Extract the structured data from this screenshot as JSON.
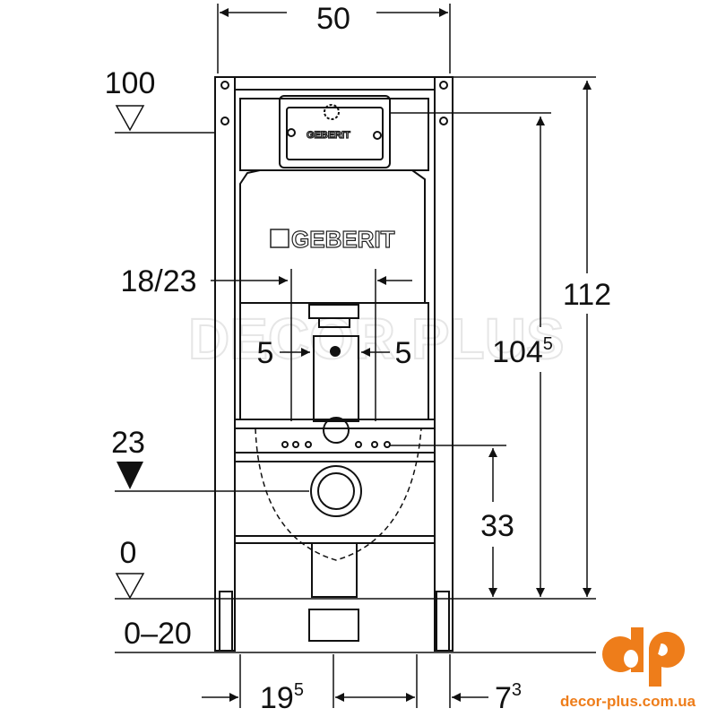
{
  "dimensions": {
    "width_top": "50",
    "level_100": "100",
    "level_23": "23",
    "level_0": "0",
    "range_0_20": "0–20",
    "spacing_18_23": "18/23",
    "offset_left_5": "5",
    "offset_right_5": "5",
    "height_112": "112",
    "height_104_main": "104",
    "height_104_sup": "5",
    "height_33": "33",
    "bottom_19_main": "19",
    "bottom_19_sup": "5",
    "bottom_7_main": "7",
    "bottom_7_sup": "3"
  },
  "product": {
    "brand_cistern": "GEBERIT",
    "brand_plate": "GEBERIT"
  },
  "watermark": "DECOR PLUS",
  "logo": {
    "mark": "dp",
    "url": "decor-plus.com.ua",
    "color": "#ee7d1a"
  }
}
